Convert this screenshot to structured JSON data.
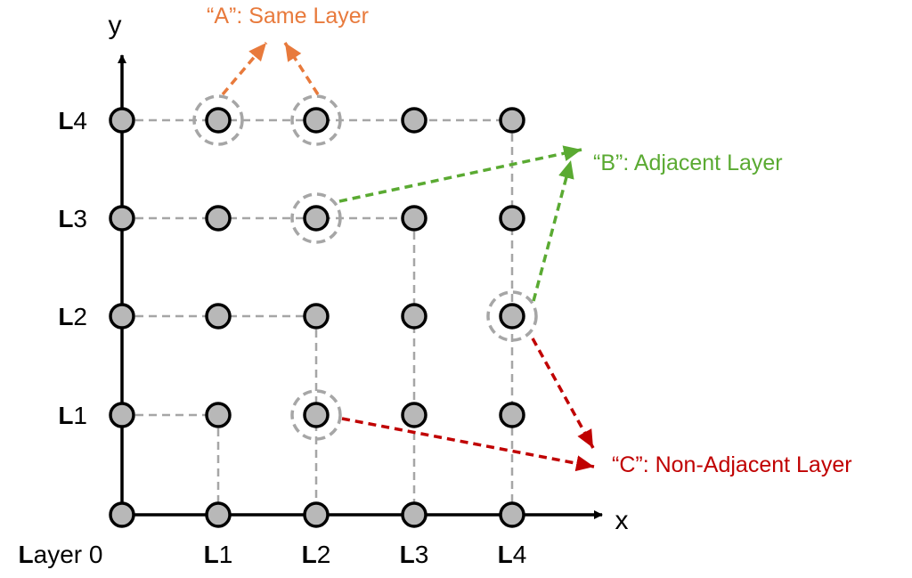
{
  "axes": {
    "x_label": "x",
    "y_label": "y"
  },
  "y_labels": [
    {
      "bold": "L",
      "rest": "4"
    },
    {
      "bold": "L",
      "rest": "3"
    },
    {
      "bold": "L",
      "rest": "2"
    },
    {
      "bold": "L",
      "rest": "1"
    }
  ],
  "x_labels": [
    {
      "bold": "L",
      "rest": "ayer 0"
    },
    {
      "bold": "L",
      "rest": "1"
    },
    {
      "bold": "L",
      "rest": "2"
    },
    {
      "bold": "L",
      "rest": "3"
    },
    {
      "bold": "L",
      "rest": "4"
    }
  ],
  "annotations": {
    "a": {
      "text": "“A”: Same Layer",
      "color": "#E87A3C"
    },
    "b": {
      "text": "“B”: Adjacent Layer",
      "color": "#5AAA32"
    },
    "c": {
      "text": "“C”: Non-Adjacent Layer",
      "color": "#C00000"
    }
  },
  "colors": {
    "node_fill": "#B8B8B8",
    "node_stroke": "#000000",
    "connector": "#A6A6A6",
    "axis": "#000000"
  }
}
